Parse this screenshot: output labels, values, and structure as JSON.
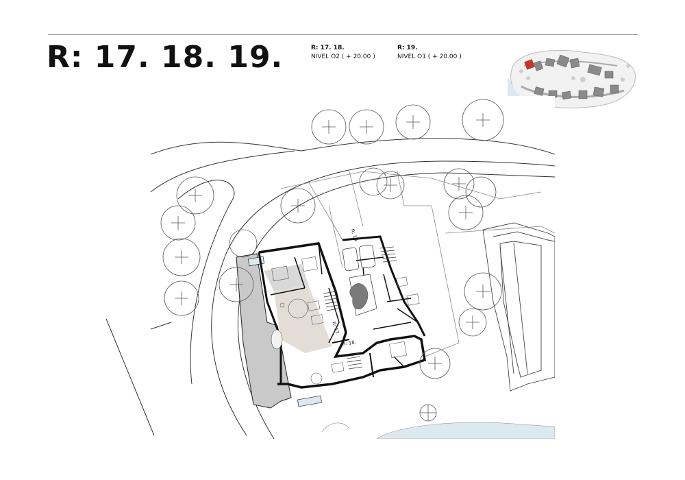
{
  "header": {
    "title": "R: 17. 18. 19."
  },
  "levels": [
    {
      "units": "R: 17. 18.",
      "level": "NIVEL O2",
      "elevation": "( + 20.00 )"
    },
    {
      "units": "R: 19.",
      "level": "NIVEL O1",
      "elevation": "( + 20.00 )"
    }
  ],
  "plan": {
    "labels": {
      "r19": "R: 19.",
      "r17": "R: 17.",
      "r18": "R: 18."
    }
  },
  "colors": {
    "highlight": "#c0392b",
    "water": "#dce9f0",
    "terrace": "#c9c9c9",
    "living": "#e3ddd6",
    "wall": "#111111",
    "line": "#333333",
    "tree": "#555555"
  }
}
